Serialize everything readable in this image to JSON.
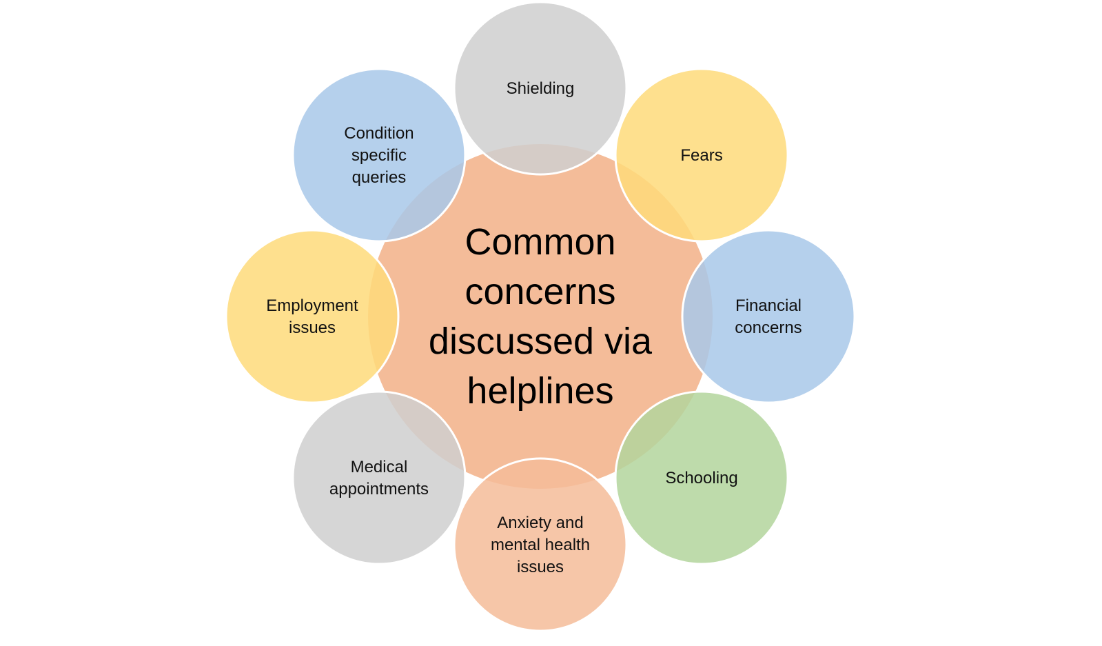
{
  "center": {
    "lines": [
      "Common",
      "concerns",
      "discussed via",
      "helplines"
    ],
    "color": "#f4bc99"
  },
  "nodes": [
    {
      "id": "shielding",
      "lines": [
        "Shielding"
      ],
      "color": "#cfcfcf"
    },
    {
      "id": "fears",
      "lines": [
        "Fears"
      ],
      "color": "#fedb7a"
    },
    {
      "id": "financial-concerns",
      "lines": [
        "Financial",
        "concerns"
      ],
      "color": "#a8c8e9"
    },
    {
      "id": "schooling",
      "lines": [
        "Schooling"
      ],
      "color": "#b3d59c"
    },
    {
      "id": "anxiety-mental-health",
      "lines": [
        "Anxiety and",
        "mental health",
        "issues"
      ],
      "color": "#f4bc99"
    },
    {
      "id": "medical-appointments",
      "lines": [
        "Medical",
        "appointments"
      ],
      "color": "#cfcfcf"
    },
    {
      "id": "employment-issues",
      "lines": [
        "Employment",
        "issues"
      ],
      "color": "#fedb7a"
    },
    {
      "id": "condition-specific-queries",
      "lines": [
        "Condition",
        "specific",
        "queries"
      ],
      "color": "#a8c8e9"
    }
  ]
}
